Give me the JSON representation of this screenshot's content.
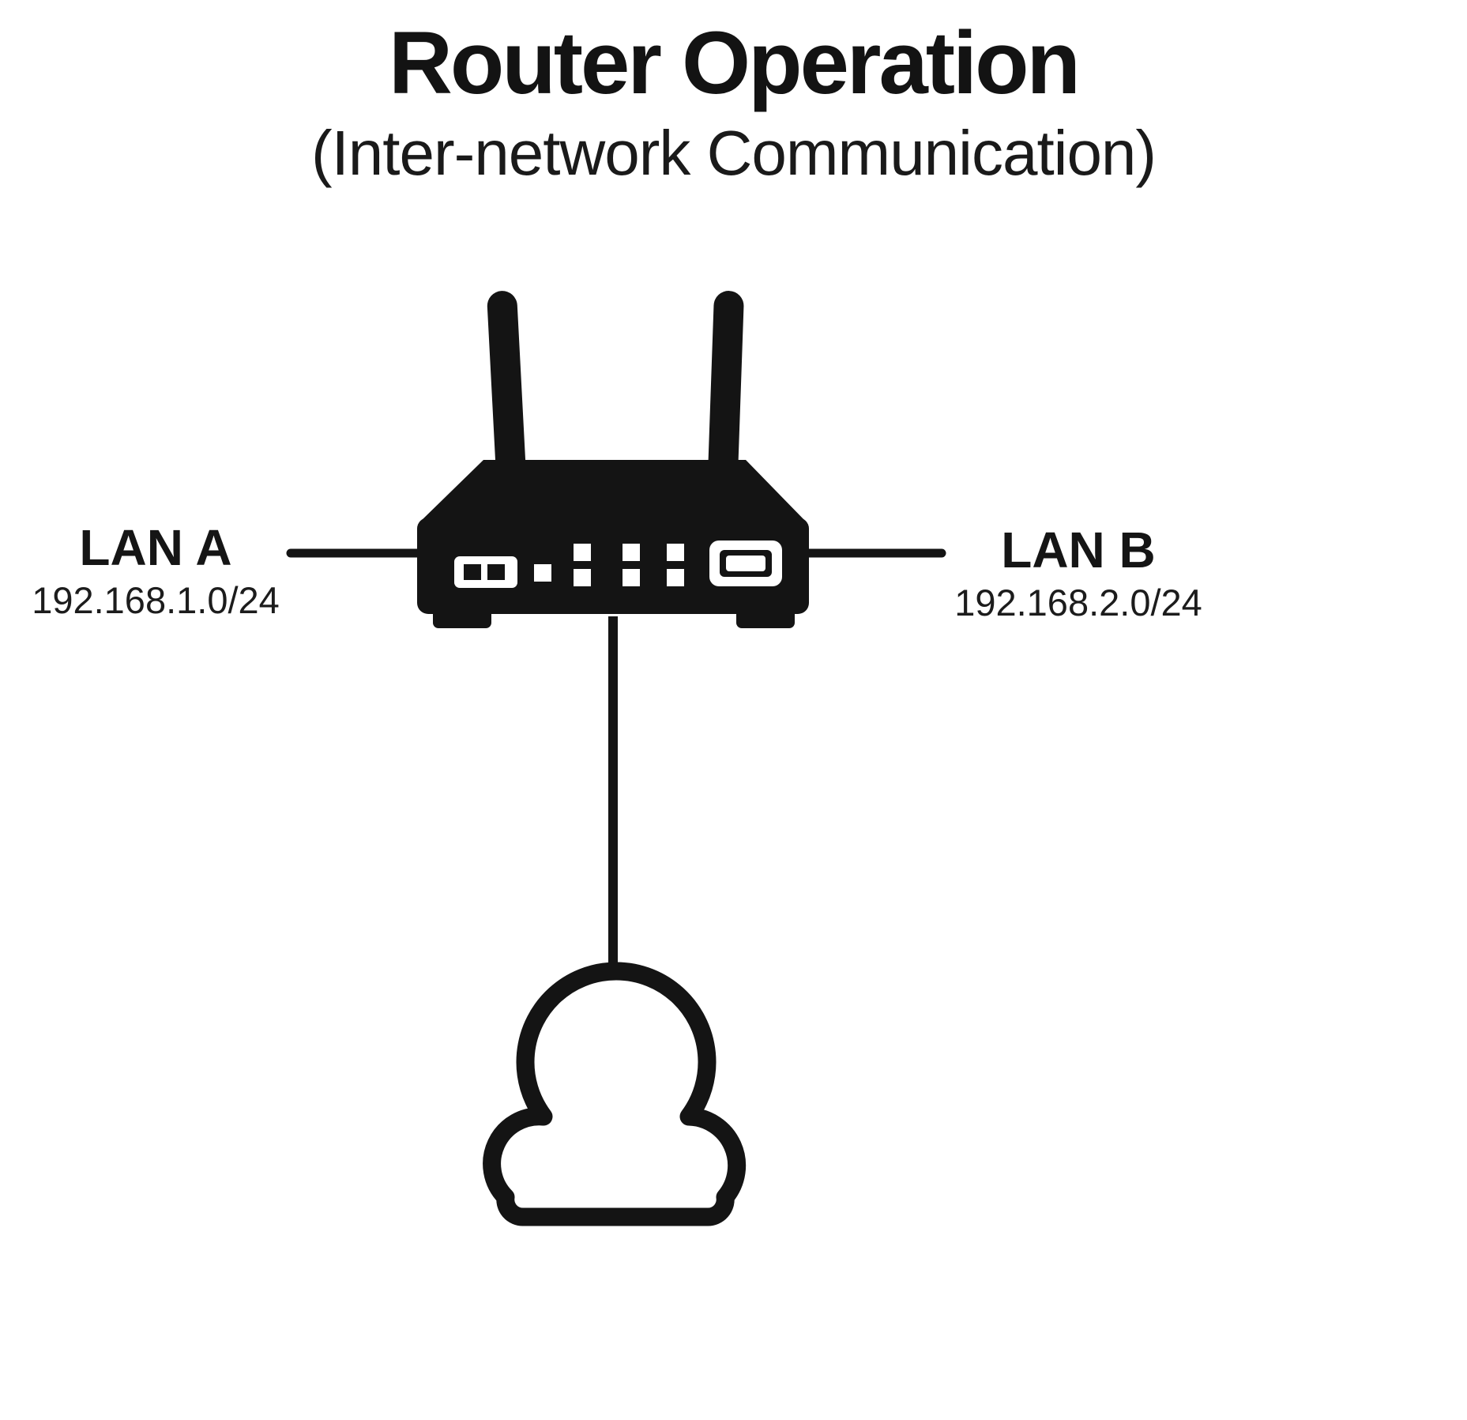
{
  "header": {
    "title": "Router Operation",
    "subtitle": "(Inter-network Communication)"
  },
  "diagram": {
    "lan_a": {
      "label": "LAN A",
      "subnet": "192.168.1.0/24"
    },
    "lan_b": {
      "label": "LAN B",
      "subnet": "192.168.2.0/24"
    },
    "icons": {
      "router": "wireless-router-icon",
      "cloud": "internet-cloud-icon"
    },
    "colors": {
      "foreground": "#141414",
      "background": "#ffffff"
    }
  }
}
